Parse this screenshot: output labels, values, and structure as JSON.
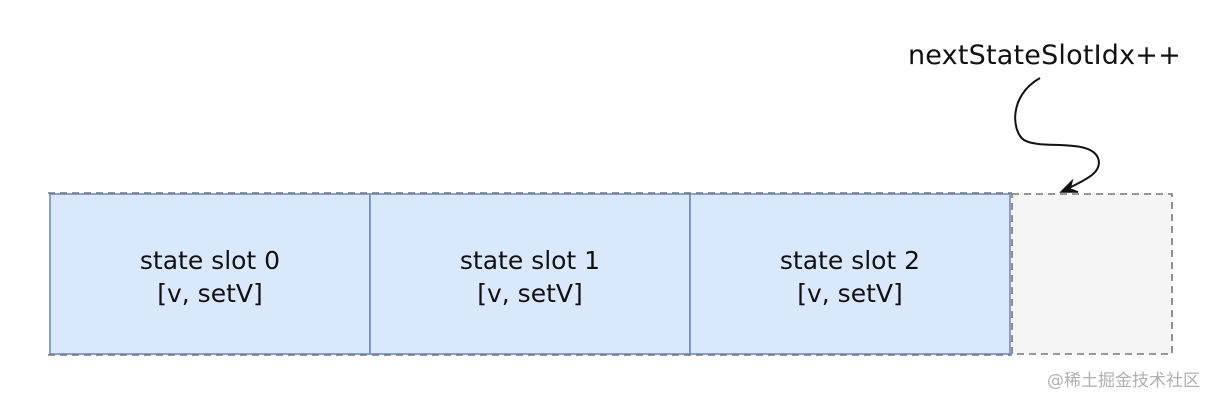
{
  "slots": [
    {
      "title": "state slot 0",
      "value": "[v, setV]"
    },
    {
      "title": "state slot 1",
      "value": "[v, setV]"
    },
    {
      "title": "state slot 2",
      "value": "[v, setV]"
    }
  ],
  "empty_slot": {
    "fill": "#f5f5f5",
    "border": "#777777"
  },
  "pointer": {
    "label": "nextStateSlotIdx++"
  },
  "colors": {
    "slot_fill": "#dae8fc",
    "slot_border": "#6c8ebf",
    "ink": "#111111"
  },
  "watermark": "@稀土掘金技术社区"
}
